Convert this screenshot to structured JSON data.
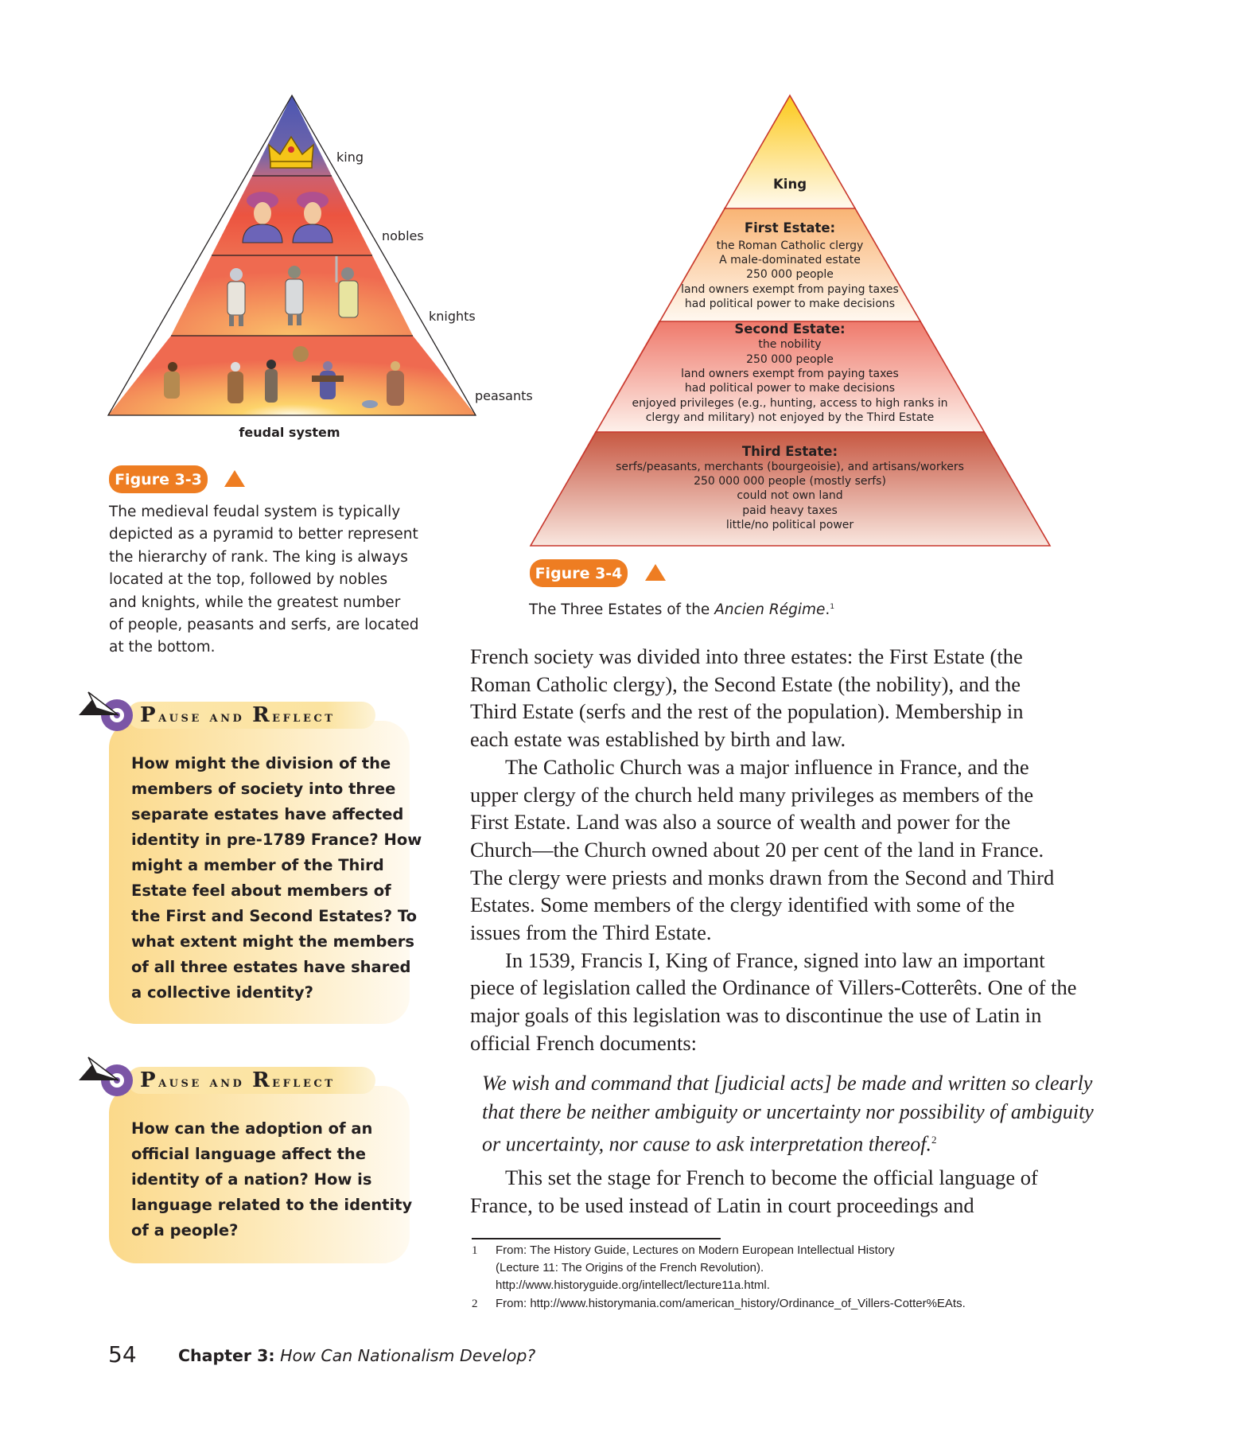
{
  "feudal_figure": {
    "levels": [
      "king",
      "nobles",
      "knights",
      "peasants"
    ],
    "title": "feudal system",
    "badge": "Figure 3-3",
    "caption_lines": [
      "The medieval feudal system is typically",
      "depicted as a pyramid to better represent",
      "the hierarchy of rank. The king is always",
      "located at the top, followed by nobles",
      "and knights, while the greatest number",
      "of people, peasants and serfs, are located",
      "at the bottom."
    ],
    "colors": {
      "king_band": "#5a5fb0",
      "nobles_band": "#e85a4a",
      "knights_band": "#f07a55",
      "peasants_band": "#f9b56a",
      "badge": "#ee7d22"
    }
  },
  "estates_figure": {
    "king": "King",
    "first": {
      "heading": "First Estate:",
      "lines": [
        "the Roman Catholic clergy",
        "A male-dominated estate",
        "250 000 people",
        "land owners exempt from paying taxes",
        "had political power to make decisions"
      ]
    },
    "second": {
      "heading": "Second Estate:",
      "lines": [
        "the nobility",
        "250 000 people",
        "land owners exempt from paying taxes",
        "had political power to make decisions",
        "enjoyed privileges (e.g., hunting, access to high ranks in",
        "clergy and military) not enjoyed by the Third Estate"
      ]
    },
    "third": {
      "heading": "Third Estate:",
      "lines": [
        "serfs/peasants, merchants (bourgeoisie), and artisans/workers",
        "250 000 000 people (mostly serfs)",
        "could not own land",
        "paid heavy taxes",
        "little/no political power"
      ]
    },
    "badge": "Figure 3-4",
    "caption_pre": "The Three Estates of the ",
    "caption_italic": "Ancien Régime",
    "caption_post": ".",
    "caption_sup": "1",
    "colors": {
      "king": "#fcd22a",
      "first": "#f9b877",
      "second": "#f08070",
      "third": "#c95a48",
      "outline": "#c8372d"
    }
  },
  "pause_reflect": [
    {
      "title_a": "P",
      "title_b": "ause and ",
      "title_c": "R",
      "title_d": "eflect",
      "lines": [
        "How might the division of the",
        "members of society into three",
        "separate estates have affected",
        "identity in pre-1789 France? How",
        "might a member of the Third",
        "Estate feel about members of",
        "the First and Second Estates? To",
        "what extent might the members",
        "of all three estates have shared",
        "a collective identity?"
      ]
    },
    {
      "title_a": "P",
      "title_b": "ause and ",
      "title_c": "R",
      "title_d": "eflect",
      "lines": [
        "How can the adoption of an",
        "official language affect the",
        "identity of a nation? How is",
        "language related to the identity",
        "of a people?"
      ]
    }
  ],
  "body": {
    "p1": [
      "French society was divided into three estates: the First Estate (the",
      "Roman Catholic clergy), the Second Estate (the nobility), and the",
      "Third Estate (serfs and the rest of the population). Membership in",
      "each estate was established by birth and law."
    ],
    "p2": [
      "The Catholic Church was a major influence in France, and the",
      "upper clergy of the church held many privileges as members of the",
      "First Estate. Land was also a source of wealth and power for the",
      "Church—the Church owned about 20 per cent of the land in France.",
      "The clergy were priests and monks drawn from the Second and Third",
      "Estates. Some members of the clergy identified with some of the",
      "issues from the Third Estate."
    ],
    "p3": [
      "In 1539, Francis I, King of France, signed into law an important",
      "piece of legislation called the Ordinance of Villers-Cotterêts. One of the",
      "major goals of this legislation was to discontinue the use of Latin in",
      "official French documents:"
    ],
    "quote": [
      "We wish and command that [judicial acts] be made and written so clearly",
      "that there be neither ambiguity or uncertainty nor possibility of ambiguity",
      "or uncertainty, nor cause to ask interpretation thereof."
    ],
    "quote_sup": "2",
    "p4": [
      "This set the stage for French to become the official language of",
      "France, to be used instead of Latin in court proceedings and"
    ]
  },
  "footnotes": [
    {
      "num": "1",
      "lines": [
        "From: The History Guide, Lectures on Modern European Intellectual History",
        "(Lecture 11: The Origins of the French Revolution).",
        "http://www.historyguide.org/intellect/lecture11a.html."
      ]
    },
    {
      "num": "2",
      "lines": [
        "From: http://www.historymania.com/american_history/Ordinance_of_Villers-Cotter%EAts."
      ]
    }
  ],
  "footer": {
    "page_number": "54",
    "chapter_label": "Chapter 3:",
    "chapter_title": "How Can Nationalism Develop?"
  }
}
